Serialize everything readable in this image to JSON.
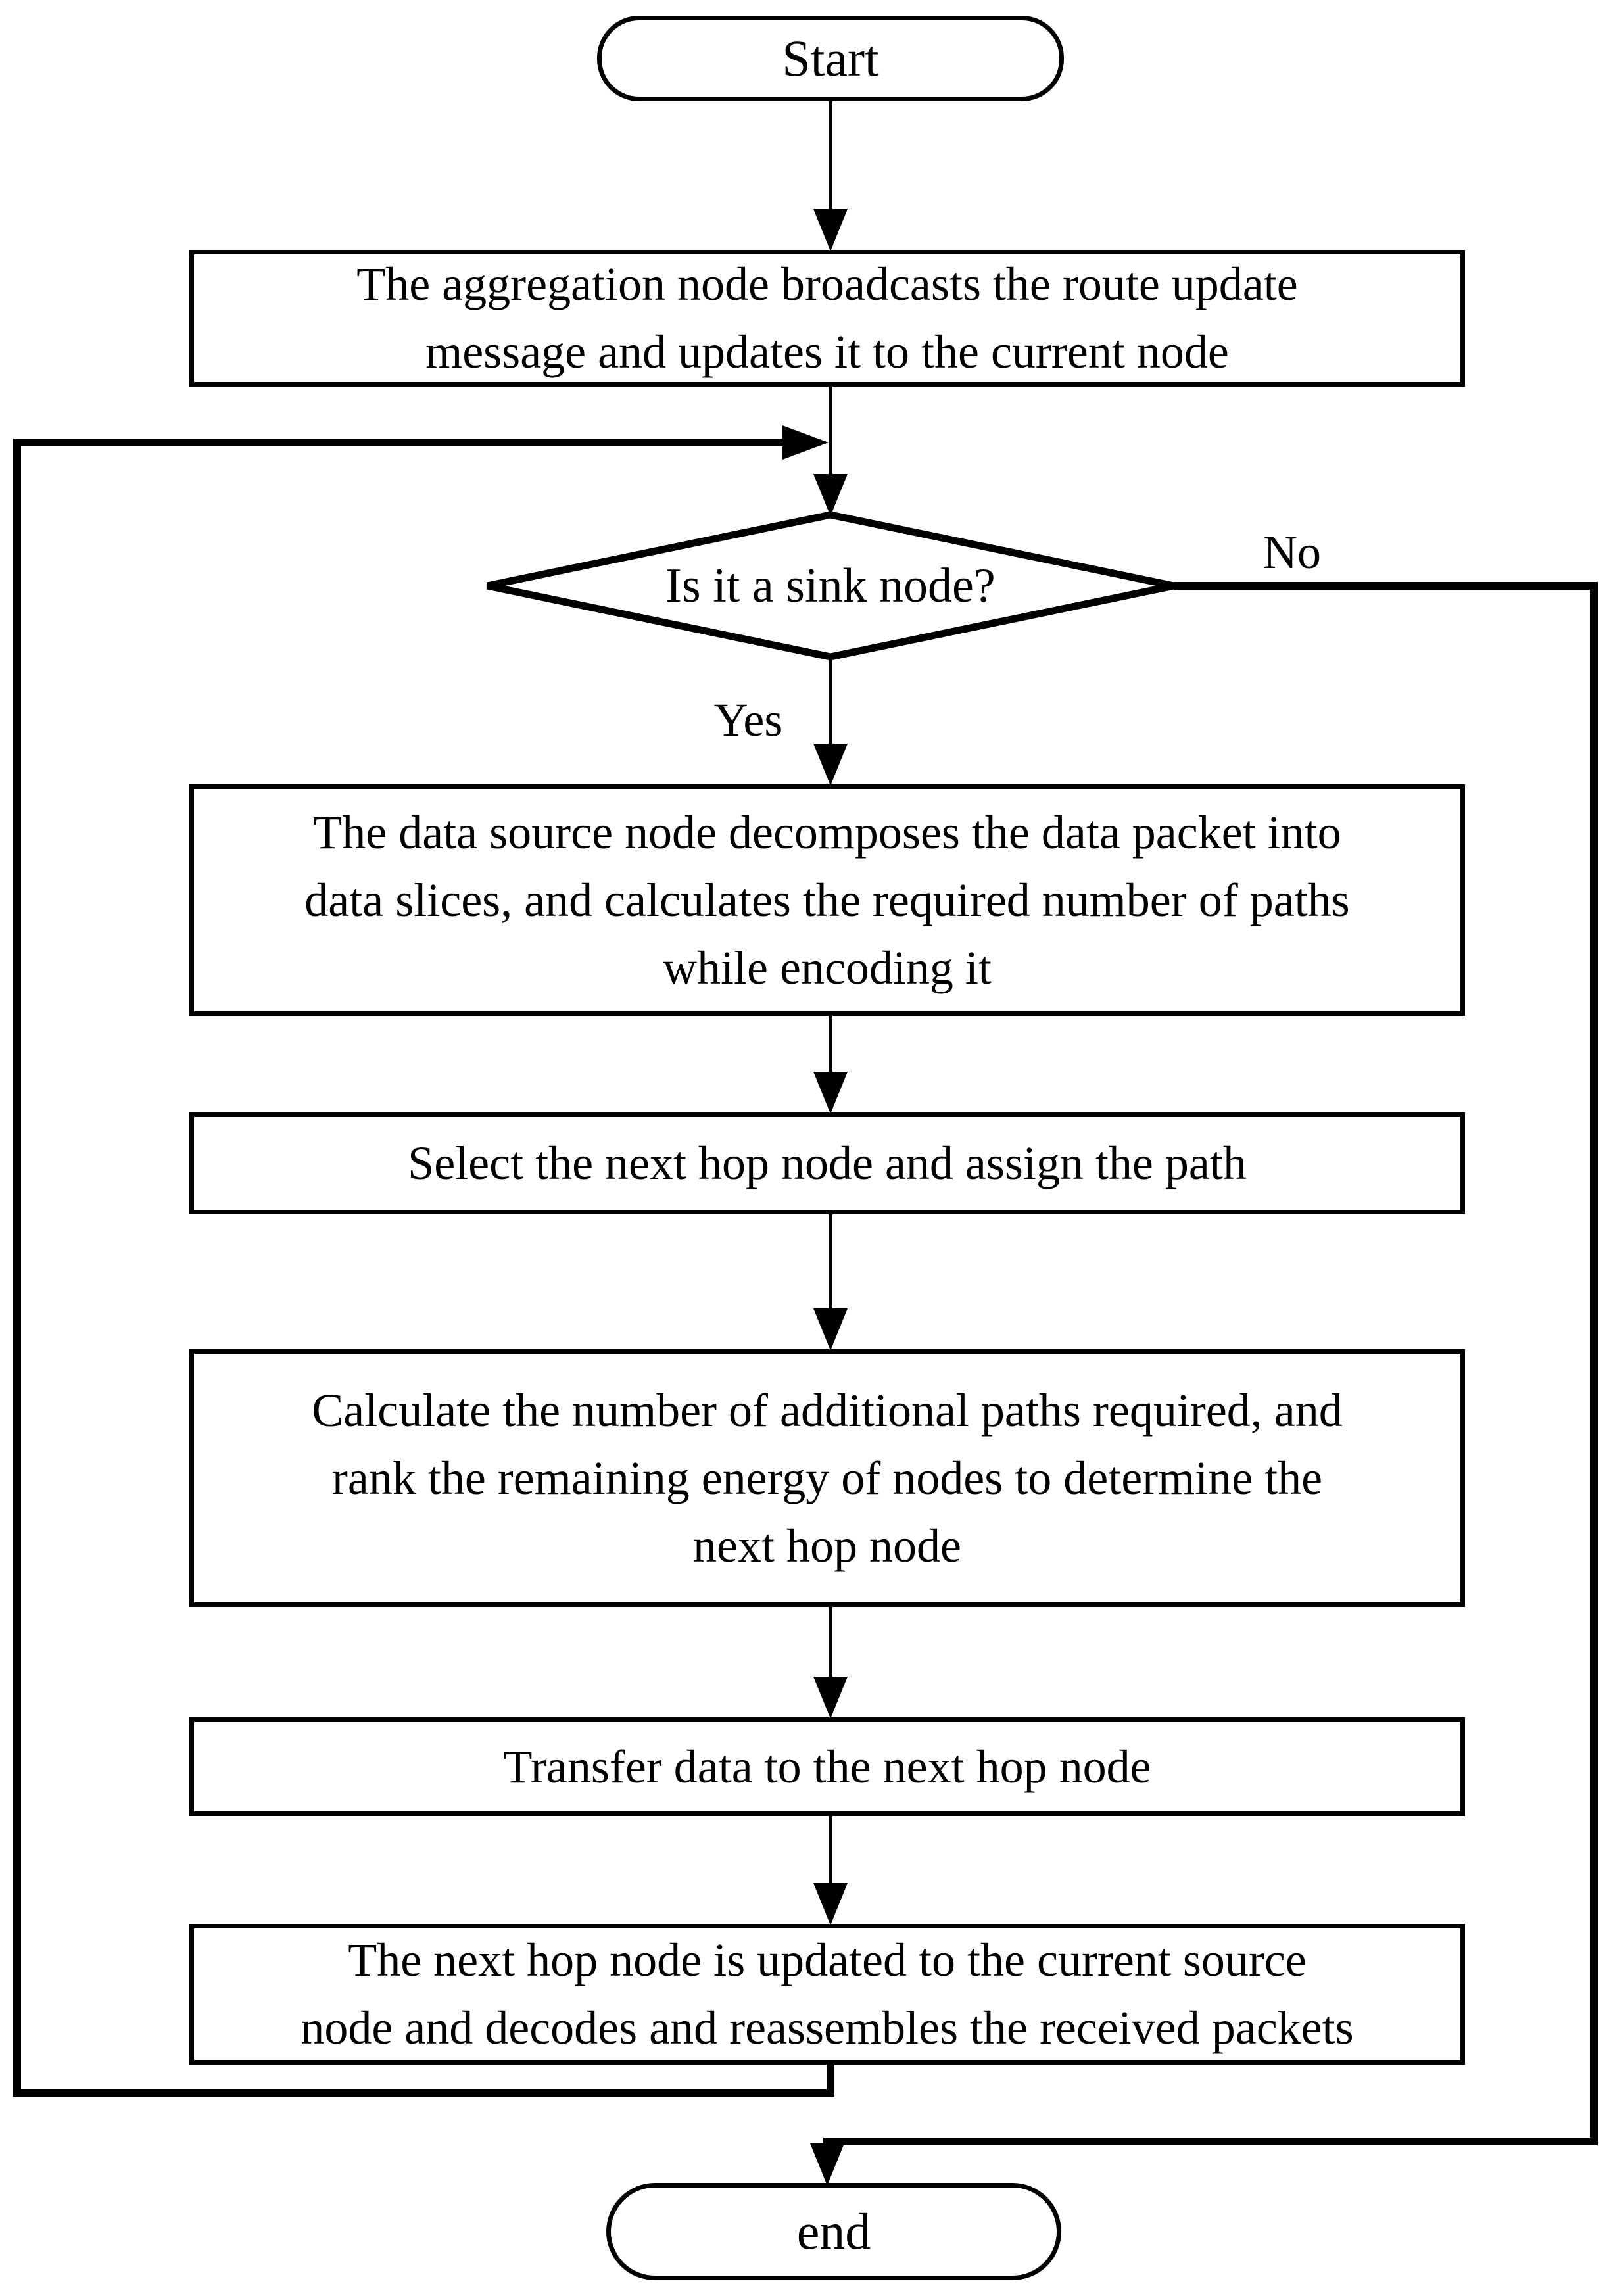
{
  "figure": {
    "type": "flowchart",
    "background_color": "#ffffff",
    "line_color": "#000000",
    "text_color": "#000000"
  },
  "flowchart": {
    "terminators": {
      "start": "Start",
      "end": "end"
    },
    "decision": {
      "question": "Is it a sink node?",
      "yes_label": "Yes",
      "no_label": "No"
    },
    "steps": [
      {
        "id": "broadcast-route-update",
        "text": "The aggregation node broadcasts the route update\nmessage and updates it to the current node"
      },
      {
        "id": "decompose-data-packet",
        "text": "The data source node decomposes the data packet into\ndata slices, and calculates the required number of paths\nwhile encoding it"
      },
      {
        "id": "select-next-hop",
        "text": "Select the next hop node and assign the path"
      },
      {
        "id": "calculate-additional-paths",
        "text": "Calculate the number of additional paths required, and\nrank the remaining energy of nodes to determine the\nnext hop node"
      },
      {
        "id": "transfer-data",
        "text": "Transfer data to the next hop node"
      },
      {
        "id": "update-next-hop",
        "text": "The next hop node is updated to the current source\nnode and decodes and reassembles the received packets"
      }
    ],
    "edges": [
      {
        "from": "start",
        "to": "broadcast-route-update",
        "label": ""
      },
      {
        "from": "broadcast-route-update",
        "to": "decision",
        "label": ""
      },
      {
        "from": "decision",
        "to": "decompose-data-packet",
        "label": "Yes"
      },
      {
        "from": "decision",
        "to": "end",
        "label": "No"
      },
      {
        "from": "decompose-data-packet",
        "to": "select-next-hop",
        "label": ""
      },
      {
        "from": "select-next-hop",
        "to": "calculate-additional-paths",
        "label": ""
      },
      {
        "from": "calculate-additional-paths",
        "to": "transfer-data",
        "label": ""
      },
      {
        "from": "transfer-data",
        "to": "update-next-hop",
        "label": ""
      },
      {
        "from": "update-next-hop",
        "to": "decision",
        "label": "",
        "note": "loop back"
      }
    ]
  }
}
